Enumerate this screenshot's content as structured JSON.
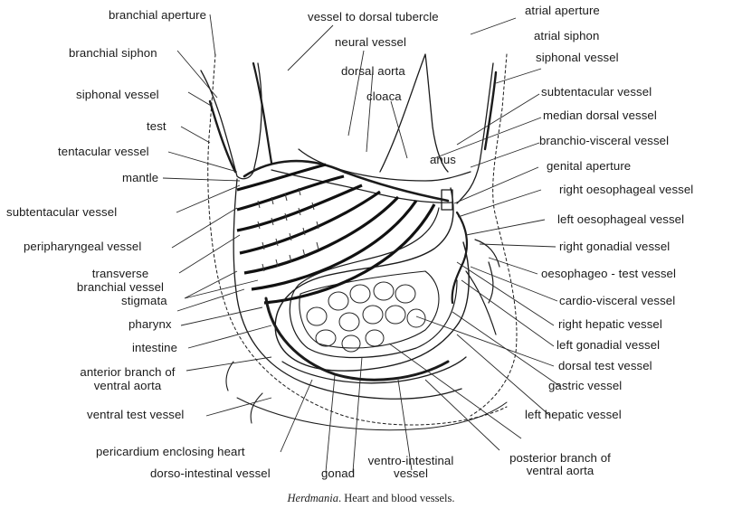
{
  "labels": {
    "branchial_aperture": "branchial aperture",
    "vessel_to_dorsal_tubercle": "vessel to dorsal tubercle",
    "atrial_aperture": "atrial aperture",
    "neural_vessel": "neural vessel",
    "atrial_siphon": "atrial siphon",
    "branchial_siphon": "branchial siphon",
    "dorsal_aorta": "dorsal aorta",
    "siphonal_vessel_right": "siphonal vessel",
    "siphonal_vessel_left": "siphonal vessel",
    "cloaca": "cloaca",
    "subtentacular_vessel_right": "subtentacular vessel",
    "median_dorsal_vessel": "median dorsal vessel",
    "test": "test",
    "branchio_visceral_vessel": "branchio-visceral vessel",
    "tentacular_vessel": "tentacular vessel",
    "anus": "anus",
    "genital_aperture": "genital aperture",
    "mantle": "mantle",
    "right_oesophageal_vessel": "right oesophageal vessel",
    "subtentacular_vessel_left": "subtentacular vessel",
    "left_oesophageal_vessel": "left oesophageal vessel",
    "peripharyngeal_vessel": "peripharyngeal vessel",
    "right_gonadial_vessel": "right gonadial vessel",
    "transverse_line1": "transverse",
    "transverse_line2": "branchial vessel",
    "oesophageo_test_vessel": "oesophageo - test vessel",
    "stigmata": "stigmata",
    "cardio_visceral_vessel": "cardio-visceral vessel",
    "pharynx": "pharynx",
    "right_hepatic_vessel": "right hepatic vessel",
    "intestine": "intestine",
    "left_gonadial_vessel": "left gonadial vessel",
    "dorsal_test_vessel": "dorsal test vessel",
    "anterior_branch_line1": "anterior branch of",
    "anterior_branch_line2": "ventral aorta",
    "gastric_vessel": "gastric vessel",
    "ventral_test_vessel": "ventral test vessel",
    "left_hepatic_vessel": "left hepatic vessel",
    "pericardium": "pericardium enclosing heart",
    "ventro_intestinal_line1": "ventro-intestinal",
    "ventro_intestinal_line2": "vessel",
    "posterior_branch_line1": "posterior branch of",
    "posterior_branch_line2": "ventral aorta",
    "dorso_intestinal_vessel": "dorso-intestinal vessel",
    "gonad": "gonad"
  },
  "caption": {
    "genus": "Herdmania",
    "rest": ". Heart and blood vessels."
  }
}
